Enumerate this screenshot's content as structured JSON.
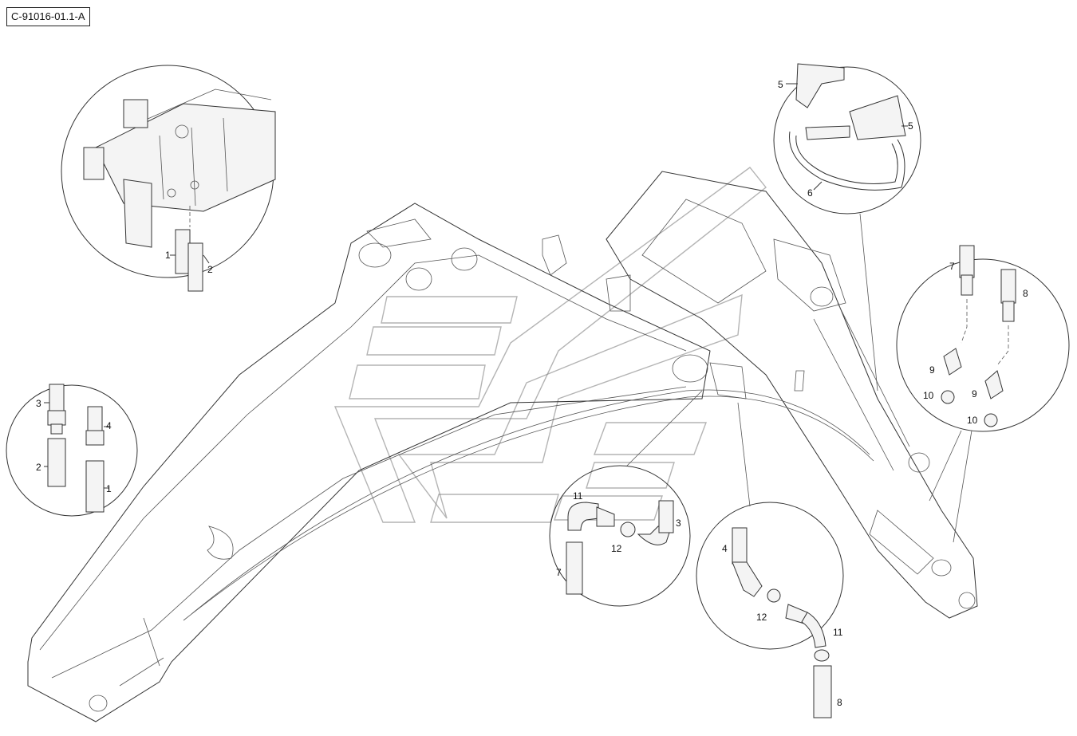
{
  "drawing": {
    "reference_code": "C-91016-01.1-A"
  },
  "callouts": {
    "valve": [
      "1",
      "2"
    ],
    "ring": [
      "5",
      "5",
      "6"
    ],
    "right_fittings": [
      "7",
      "8",
      "9",
      "9",
      "10",
      "10"
    ],
    "left_fittings": [
      "3",
      "4",
      "2",
      "1"
    ],
    "center_fittings": [
      "11",
      "3",
      "12",
      "7"
    ],
    "bottom_fittings": [
      "4",
      "12",
      "11",
      "8"
    ]
  }
}
